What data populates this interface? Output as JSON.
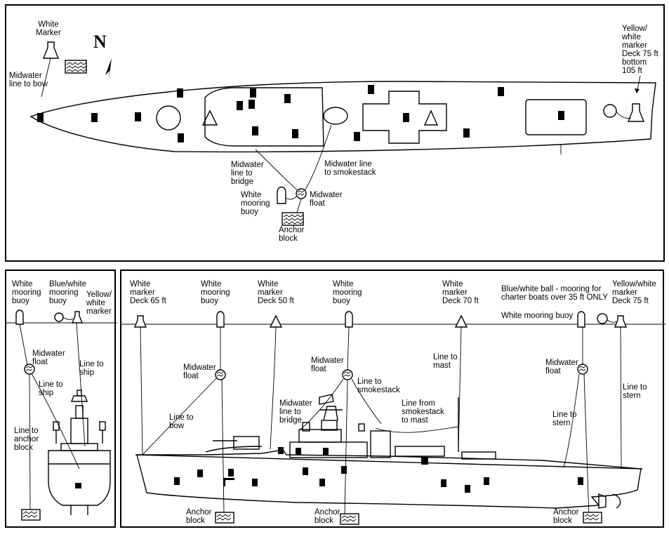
{
  "plan": {
    "north_letter": "N",
    "labels": {
      "white_marker": "White\nMarker",
      "midwater_line_to_bow": "Midwater\nline to bow",
      "yellow_white_marker_stern": "Yellow/\nwhite\nmarker\nDeck 75 ft\nbottom\n105 ft",
      "midwater_line_to_bridge": "Midwater\nline to\nbridge",
      "midwater_line_to_smokestack": "Midwater line\nto smokestack",
      "white_mooring_buoy": "White\nmooring\nbuoy",
      "midwater_float": "Midwater\nfloat",
      "anchor_block": "Anchor\nblock"
    }
  },
  "front_view": {
    "labels": {
      "white_mooring_buoy": "White\nmooring\nbuoy",
      "blue_white_mooring_buoy": "Blue/white\nmooring\nbuoy",
      "yellow_white_marker": "Yellow/\nwhite\nmarker",
      "midwater_float": "Midwater\nfloat",
      "line_to_ship_right": "Line to\nship",
      "line_to_ship_left": "Line to\nship",
      "line_to_anchor_block": "Line to\nanchor\nblock"
    }
  },
  "side_view": {
    "labels": {
      "white_marker_deck_65": "White\nmarker\nDeck 65 ft",
      "white_mooring_buoy_1": "White\nmooring\nbuoy",
      "white_marker_deck_50": "White\nmarker\nDeck 50 ft",
      "white_mooring_buoy_2": "White\nmooring\nbuoy",
      "white_marker_deck_70": "White\nmarker\nDeck 70 ft",
      "blue_white_ball": "Blue/white ball - mooring for\ncharter boats over 35 ft ONLY",
      "white_mooring_buoy_3": "White mooring buoy",
      "yellow_white_marker_deck_75": "Yellow/white\nmarker\nDeck 75 ft",
      "midwater_float_1": "Midwater\nfloat",
      "line_to_bow": "Line to\nbow",
      "midwater_line_to_bridge": "Midwater\nline to\nbridge",
      "midwater_float_2": "Midwater\nfloat",
      "line_to_smokestack": "Line to\nsmokestack",
      "line_from_smokestack_to_mast": "Line from\nsmokestack\nto mast",
      "line_to_mast": "Line to\nmast",
      "midwater_float_3": "Midwater\nfloat",
      "line_to_stern_1": "Line to\nstern",
      "line_to_stern_2": "Line to\nstern",
      "anchor_block_1": "Anchor\nblock",
      "anchor_block_2": "Anchor\nblock",
      "anchor_block_3": "Anchor\nblock"
    }
  }
}
